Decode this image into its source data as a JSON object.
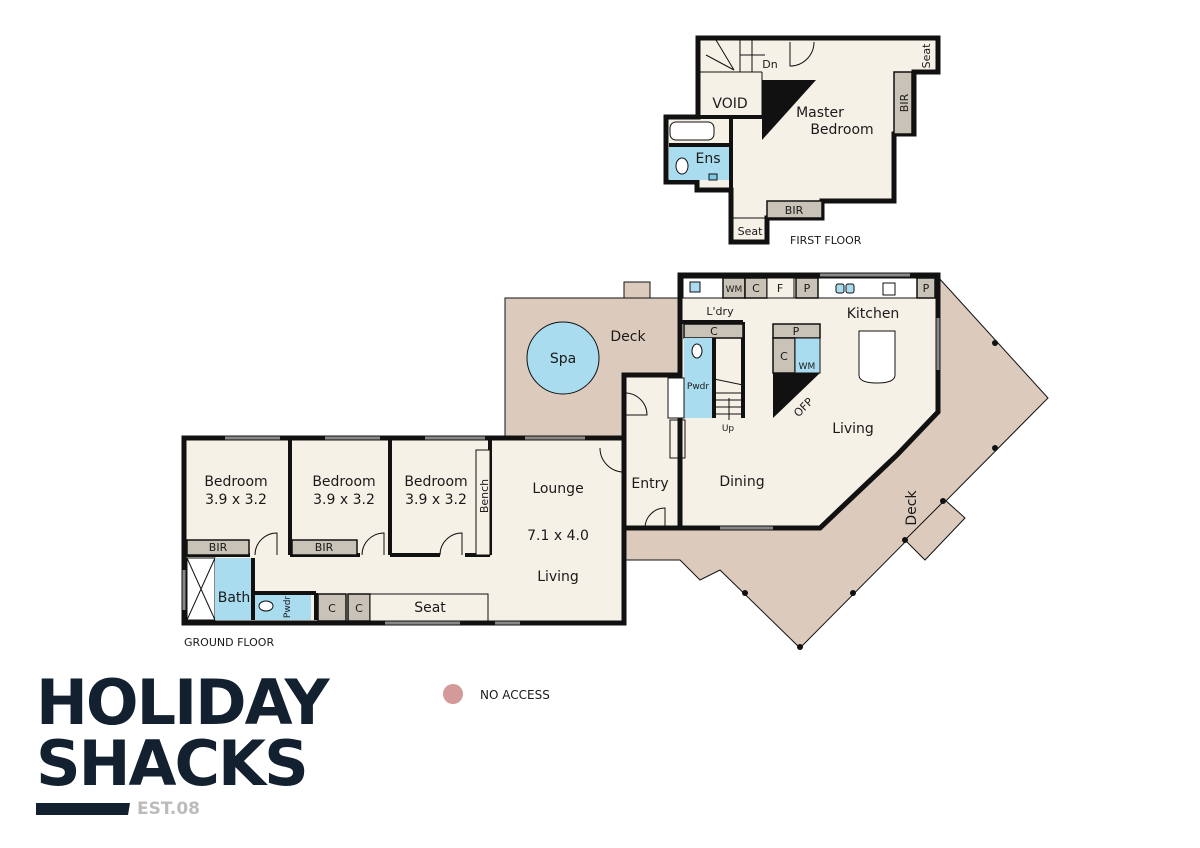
{
  "first_floor": {
    "title": "FIRST FLOOR",
    "rooms": {
      "master_bedroom": [
        "Master",
        "Bedroom"
      ],
      "void": "VOID",
      "ensuite": "Ens",
      "bir_right": "BIR",
      "bir_bottom": "BIR",
      "seat_top": "Seat",
      "seat_bottom": "Seat",
      "stairs_dn": "Dn"
    }
  },
  "ground_floor": {
    "title": "GROUND FLOOR",
    "rooms": {
      "bedroom1": {
        "name": "Bedroom",
        "size": "3.9 x 3.2"
      },
      "bedroom2": {
        "name": "Bedroom",
        "size": "3.9 x 3.2"
      },
      "bedroom3": {
        "name": "Bedroom",
        "size": "3.9 x 3.2"
      },
      "bench": "Bench",
      "bir1": "BIR",
      "bir2": "BIR",
      "bath": "Bath",
      "pwdr_left": "Pwdr",
      "cupboard1": "C",
      "cupboard2": "C",
      "seat": "Seat",
      "lounge": "Lounge",
      "lounge_size": "7.1 x 4.0",
      "living_left": "Living",
      "entry": "Entry",
      "deck_spa": "Deck",
      "spa": "Spa",
      "laundry": "L'dry",
      "pwdr_mid": "Pwdr",
      "cupboard_mid": "C",
      "stairs_up": "Up",
      "kitchen": "Kitchen",
      "wm_top": "WM",
      "c_top": "C",
      "fridge": "F",
      "p_top1": "P",
      "p_top2": "P",
      "p_island": "P",
      "c_island": "C",
      "wm_island": "WM",
      "ofp": "OFP",
      "living_right": "Living",
      "dining": "Dining",
      "deck_right": "Deck"
    }
  },
  "legend": {
    "no_access": "NO ACCESS",
    "no_access_color": "#d49a9a"
  },
  "logo": {
    "line1": "HOLIDAY",
    "line2": "SHACKS",
    "est": "EST.08"
  }
}
